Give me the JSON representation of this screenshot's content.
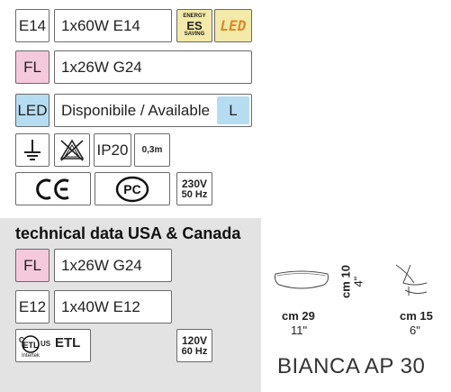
{
  "row_e14": {
    "code": "E14",
    "spec": "1x60W E14",
    "energy_top": "ENERGY",
    "energy_mid": "ES",
    "energy_bot": "SAVING",
    "led": "LED"
  },
  "row_fl": {
    "code": "FL",
    "spec": "1x26W G24"
  },
  "row_led": {
    "code": "LED",
    "spec": "Disponibile / Available",
    "class": "L"
  },
  "symbols": {
    "ip": "IP20",
    "distance": "0,3m",
    "voltage_eu_1": "230V",
    "voltage_eu_2": "50 Hz"
  },
  "usa": {
    "heading": "technical data USA & Canada",
    "row_fl": {
      "code": "FL",
      "spec": "1x26W G24"
    },
    "row_e12": {
      "code": "E12",
      "spec": "1x40W E12"
    },
    "cert_us": "US",
    "cert_etl": "ETL",
    "cert_c": "C",
    "cert_intertek": "Intertek",
    "voltage_1": "120V",
    "voltage_2": "60 Hz"
  },
  "dimensions": {
    "width_cm": "cm 29",
    "width_in": "11\"",
    "height_cm": "cm 10",
    "height_in": "4\"",
    "depth_cm": "cm 15",
    "depth_in": "6\""
  },
  "model": "BIANCA AP 30",
  "colors": {
    "pink": "#f5c9dc",
    "blue": "#b6dcf2",
    "grey_panel": "#e3e3e3",
    "led_orange": "#d98a2b",
    "energy_yellow": "#f3e9a8"
  }
}
